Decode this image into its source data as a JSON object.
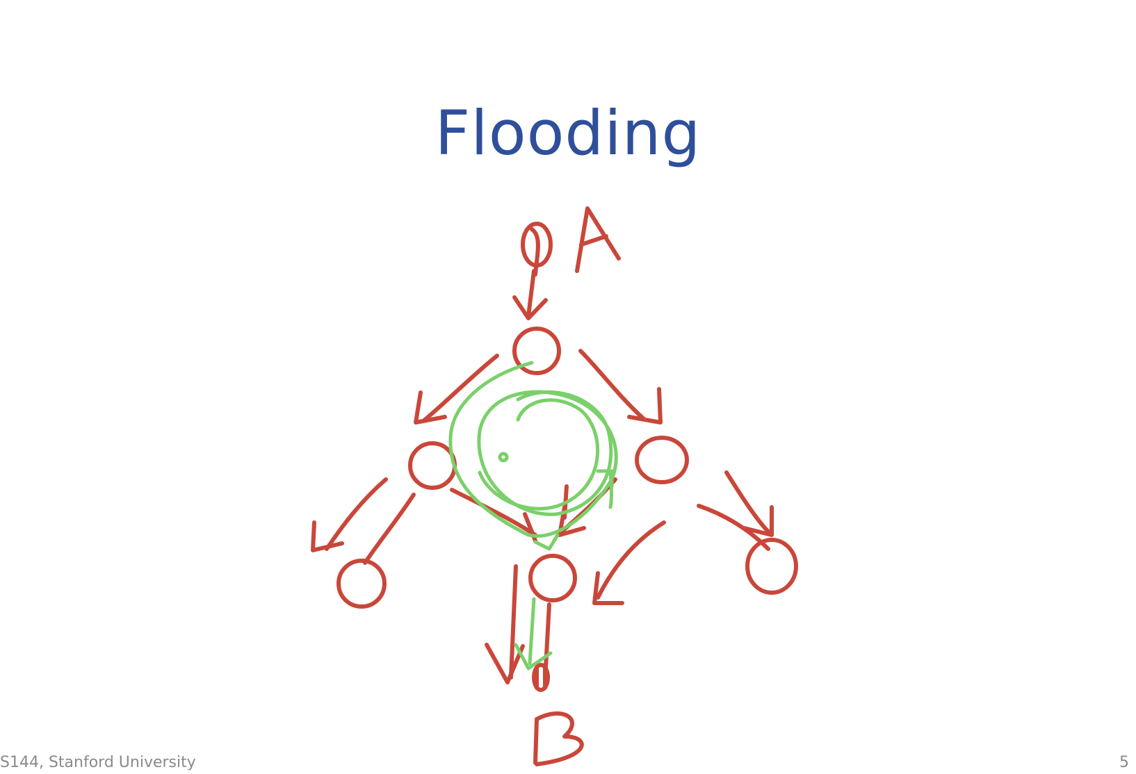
{
  "slide": {
    "title": "Flooding",
    "footer_left": "S144, Stanford University",
    "page_number": "5"
  },
  "annotations": {
    "source_label": "A",
    "destination_label": "B",
    "ink_colors": {
      "flood": "#c9473a",
      "path": "#7ad06a"
    }
  }
}
